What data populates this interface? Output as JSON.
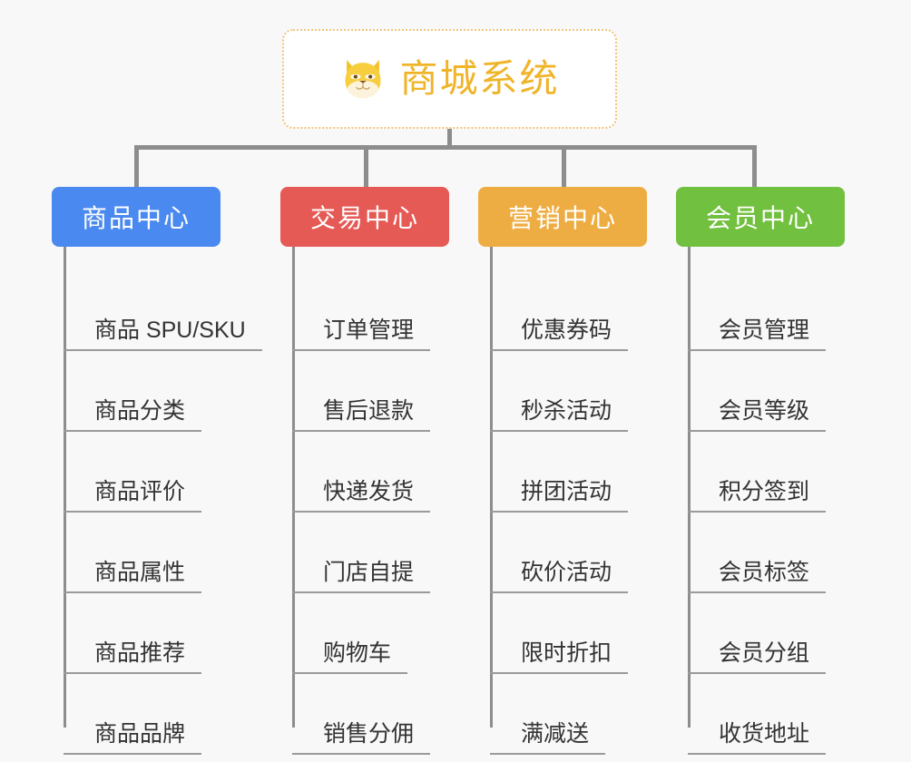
{
  "page": {
    "background_color": "#f8f8f8",
    "type": "org-chart-mindmap"
  },
  "root": {
    "title": "商城系统",
    "icon": "shiba-dog-face-icon",
    "border_color": "#f0c478",
    "text_color": "#f0b429"
  },
  "branches": [
    {
      "label": "商品中心",
      "color": "#4a89ef",
      "items": [
        "商品 SPU/SKU",
        "商品分类",
        "商品评价",
        "商品属性",
        "商品推荐",
        "商品品牌"
      ]
    },
    {
      "label": "交易中心",
      "color": "#e55a55",
      "items": [
        "订单管理",
        "售后退款",
        "快递发货",
        "门店自提",
        "购物车",
        "销售分佣"
      ]
    },
    {
      "label": "营销中心",
      "color": "#eead42",
      "items": [
        "优惠券码",
        "秒杀活动",
        "拼团活动",
        "砍价活动",
        "限时折扣",
        "满减送"
      ]
    },
    {
      "label": "会员中心",
      "color": "#72c03f",
      "items": [
        "会员管理",
        "会员等级",
        "积分签到",
        "会员标签",
        "会员分组",
        "收货地址"
      ]
    }
  ],
  "connector": {
    "color": "#8d8d8d"
  }
}
